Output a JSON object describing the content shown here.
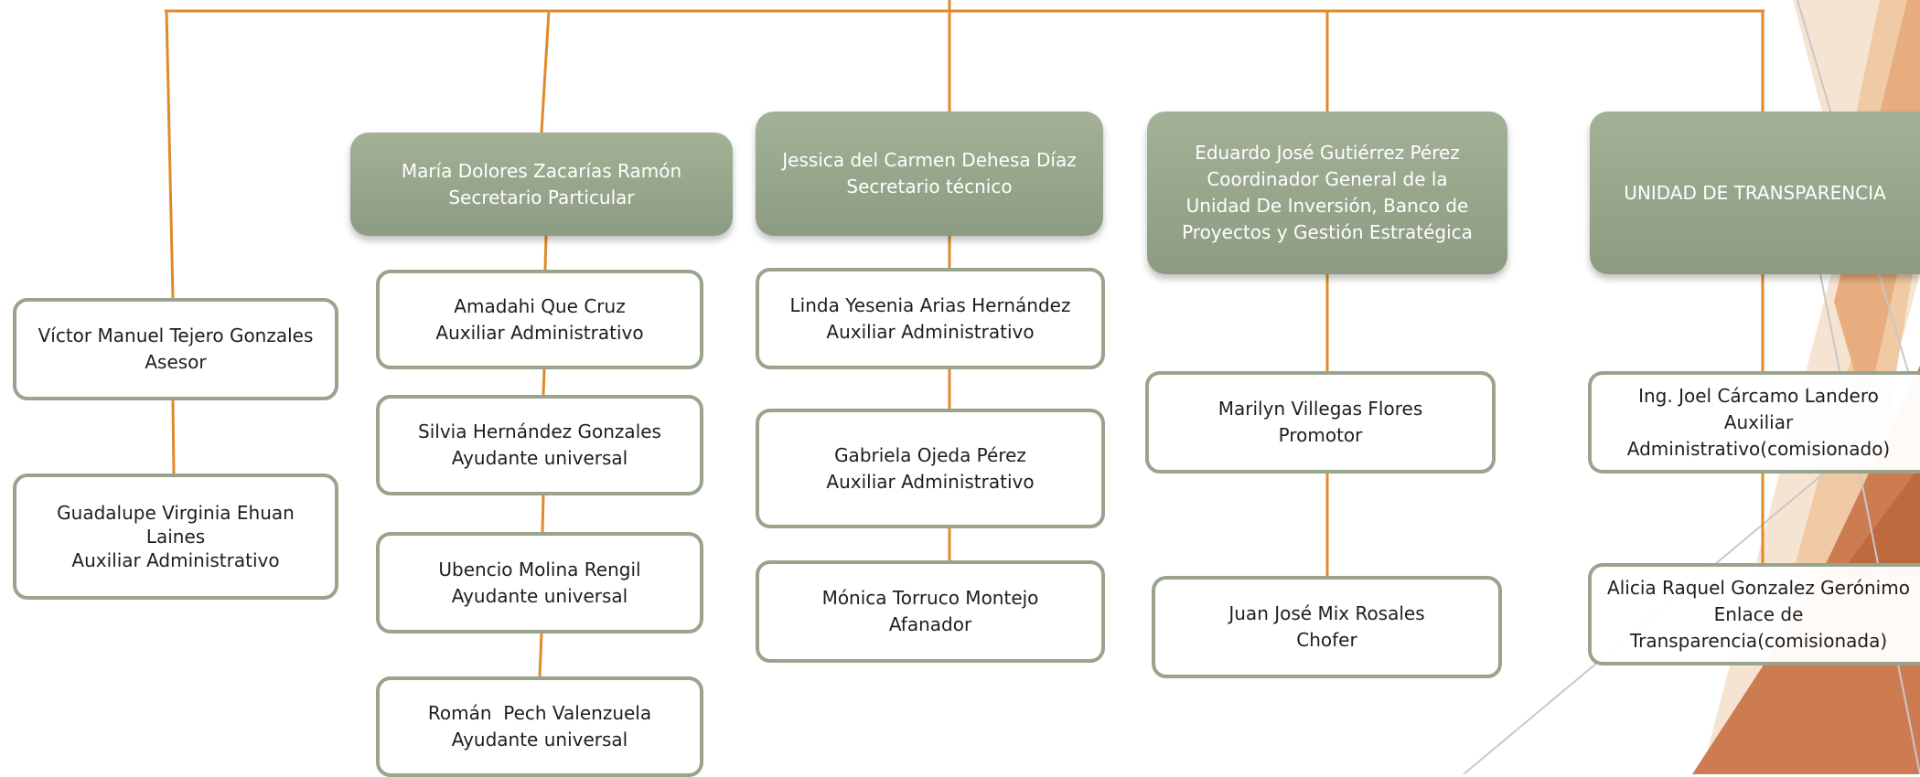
{
  "colors": {
    "connector": "#e08a2c",
    "header_fill": "#98a68c",
    "member_border": "#98a48c",
    "accent_dark": "#c96f45",
    "accent_light": "#f0cfae"
  },
  "departments": [
    {
      "head": null,
      "members": [
        {
          "name": "Víctor Manuel Tejero Gonzales",
          "role": "Asesor"
        },
        {
          "name": "Guadalupe Virginia Ehuan Laines",
          "role": "Auxiliar Administrativo"
        }
      ]
    },
    {
      "head": {
        "name": "María Dolores Zacarías Ramón",
        "role": "Secretario Particular"
      },
      "members": [
        {
          "name": "Amadahi Que Cruz",
          "role": "Auxiliar Administrativo"
        },
        {
          "name": "Silvia Hernández Gonzales",
          "role": "Ayudante universal"
        },
        {
          "name": "Ubencio Molina Rengil",
          "role": "Ayudante universal"
        },
        {
          "name": "Román  Pech Valenzuela",
          "role": "Ayudante universal"
        }
      ]
    },
    {
      "head": {
        "name": "Jessica del Carmen Dehesa Díaz",
        "role": "Secretario técnico"
      },
      "members": [
        {
          "name": "Linda Yesenia Arias Hernández",
          "role": "Auxiliar Administrativo"
        },
        {
          "name": "Gabriela Ojeda Pérez",
          "role": "Auxiliar Administrativo"
        },
        {
          "name": "Mónica Torruco Montejo",
          "role": "Afanador"
        }
      ]
    },
    {
      "head": {
        "name": "Eduardo José Gutiérrez Pérez",
        "role": "Coordinador General de la Unidad De Inversión, Banco de Proyectos y Gestión Estratégica"
      },
      "members": [
        {
          "name": "Marilyn Villegas Flores",
          "role": "Promotor"
        },
        {
          "name": "Juan José Mix Rosales",
          "role": "Chofer"
        }
      ]
    },
    {
      "head": {
        "name": "UNIDAD DE TRANSPARENCIA",
        "role": ""
      },
      "members": [
        {
          "name": "Ing. Joel Cárcamo Landero",
          "role": "Auxiliar Administrativo(comisionado)"
        },
        {
          "name": "Alicia Raquel Gonzalez Gerónimo",
          "role": "Enlace de Transparencia(comisionada)"
        }
      ]
    }
  ]
}
